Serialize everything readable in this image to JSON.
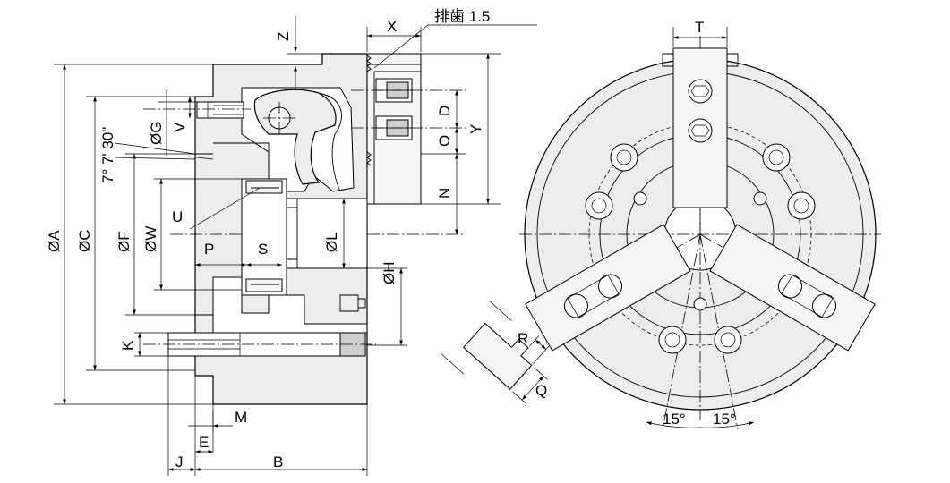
{
  "labels": {
    "X": "X",
    "Z": "Z",
    "T": "T",
    "exhaust": "排歯 1.5",
    "A": "ØA",
    "C": "ØC",
    "angle": "7° 7' 30\"",
    "G": "ØG",
    "V": "V",
    "F": "ØF",
    "W": "ØW",
    "U": "U",
    "P": "P",
    "S": "S",
    "L": "ØL",
    "H": "ØH",
    "D": "D",
    "O": "O",
    "N": "N",
    "Y": "Y",
    "K": "K",
    "M": "M",
    "E": "E",
    "J": "J",
    "B": "B",
    "R": "R",
    "Q": "Q",
    "deg_left": "15°",
    "deg_right": "15°"
  }
}
